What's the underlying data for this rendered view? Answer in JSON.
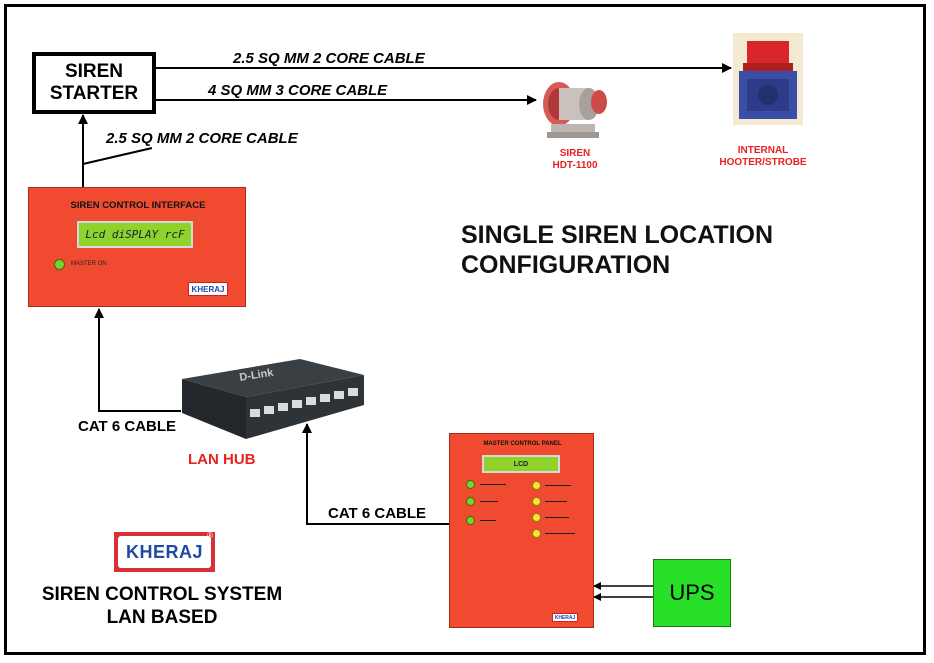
{
  "starter": {
    "label_line1": "SIREN",
    "label_line2": "STARTER"
  },
  "cables": {
    "top": "2.5 SQ MM 2 CORE CABLE",
    "middle": "4 SQ MM 3 CORE CABLE",
    "control": "2.5 SQ MM 2 CORE CABLE",
    "cat6_hub": "CAT 6 CABLE",
    "cat6_panel": "CAT 6 CABLE"
  },
  "siren": {
    "line1": "SIREN",
    "line2": "HDT-1100"
  },
  "hooter": {
    "line1": "INTERNAL",
    "line2": "HOOTER/STROBE"
  },
  "title": {
    "line1": "SINGLE SIREN LOCATION",
    "line2": "CONFIGURATION"
  },
  "control_interface": {
    "title": "SIREN CONTROL INTERFACE",
    "lcd_text": "Lcd diSPLAY  rcF",
    "led_label": "MASTER ON",
    "logo": "KHERAJ"
  },
  "hub": {
    "label": "LAN HUB",
    "brand": "D-Link"
  },
  "master_panel": {
    "title": "MASTER CONTROL PANEL",
    "lcd_text": "LCD",
    "logo": "KHERAJ"
  },
  "ups": {
    "label": "UPS"
  },
  "brand": {
    "logo": "KHERAJ",
    "registered": "®"
  },
  "system": {
    "line1": "SIREN CONTROL SYSTEM",
    "line2": "LAN BASED"
  },
  "colors": {
    "panel_red": "#f04a30",
    "lcd_green": "#8fd22c",
    "ups_green": "#27e027",
    "label_red": "#e8231f",
    "logo_blue": "#1e4aa3"
  }
}
